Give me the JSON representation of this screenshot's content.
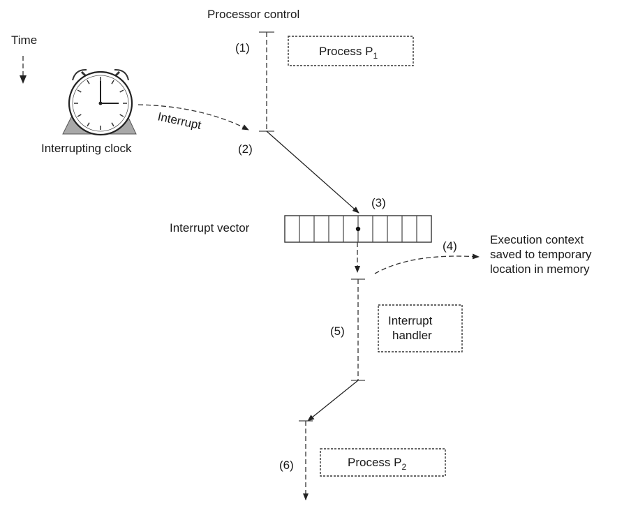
{
  "header": {
    "processor_control": "Processor control",
    "time": "Time"
  },
  "clock": {
    "label": "Interrupting clock",
    "icon": "alarm-clock-icon"
  },
  "interrupt_label": "Interrupt",
  "steps": [
    "(1)",
    "(2)",
    "(3)",
    "(4)",
    "(5)",
    "(6)"
  ],
  "process_p1": {
    "prefix": "Process P",
    "subscript": "1"
  },
  "process_p2": {
    "prefix": "Process P",
    "subscript": "2"
  },
  "interrupt_vector": {
    "label": "Interrupt vector",
    "cells": 10
  },
  "execution_context": [
    "Execution context",
    "saved to temporary",
    "location in memory"
  ],
  "interrupt_handler": [
    "Interrupt",
    "handler"
  ]
}
